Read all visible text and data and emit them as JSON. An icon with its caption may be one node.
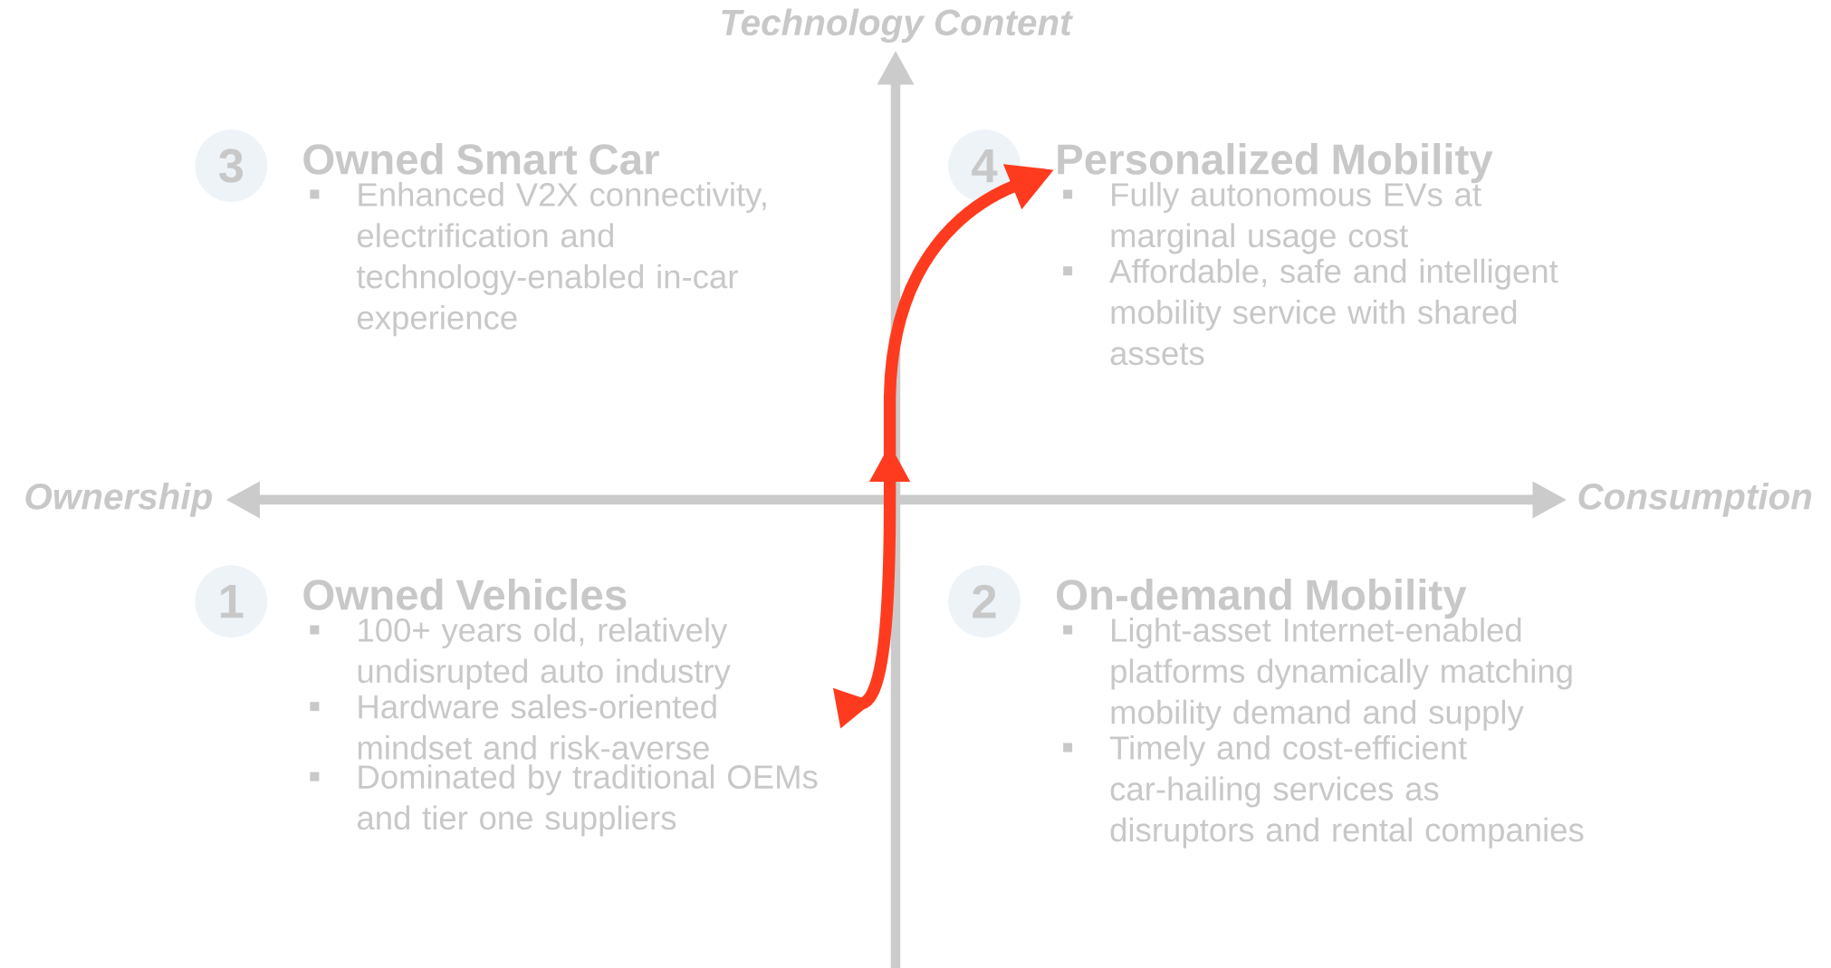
{
  "diagram": {
    "nodes": [
      {
        "text": [
          "3"
        ]
      },
      {
        "text": [
          "Owned Smart Car",
          "Enhanced V2X connectivity, electrification and technology-enabled in-car experience"
        ]
      },
      {
        "text": [
          "4"
        ]
      },
      {
        "text": [
          "Personalized Mobility",
          "Fully autonomous EVs at marginal usage cost",
          "Affordable, safe and intelligent mobility service with shared assets"
        ]
      },
      {
        "text": [
          "1"
        ]
      },
      {
        "text": [
          "Owned Vehicles",
          "100+ years old, relatively undisrupted auto industry",
          "Hardware sales-oriented mindset and risk-averse",
          "Dominated by traditional OEMs and tier one suppliers"
        ]
      },
      {
        "text": [
          "2"
        ]
      },
      {
        "text": [
          "On-demand Mobility",
          "Light-asset Internet-enabled platforms dynamically matching mobility demand and supply",
          "Timely and cost-efficient car-hailing services as disruptors and rental companies"
        ]
      }
    ],
    "edges": [
      {
        "from": 5,
        "to": 3,
        "arrow": "to"
      }
    ],
    "labels": [
      "Technology Content",
      "Ownership",
      "Consumption"
    ]
  }
}
